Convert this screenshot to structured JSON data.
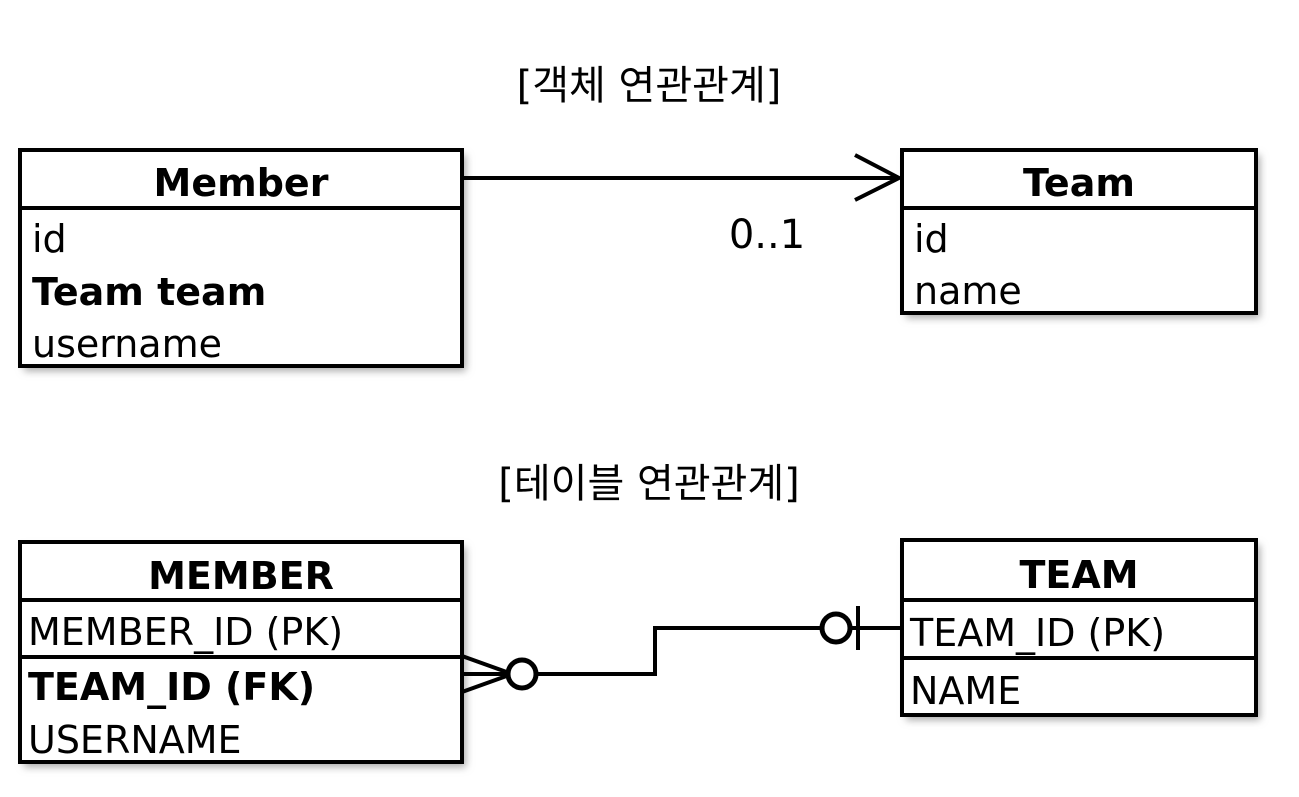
{
  "page": {
    "background_color": "#ffffff",
    "ink_color": "#000000"
  },
  "sections": [
    {
      "title": "[객체 연관관계]",
      "kind": "object-association",
      "entities": [
        {
          "name": "Member",
          "compartments": [
            {
              "attributes": [
                {
                  "text": "id",
                  "bold": false
                },
                {
                  "text": "Team team",
                  "bold": true
                },
                {
                  "text": "username",
                  "bold": false
                }
              ]
            }
          ]
        },
        {
          "name": "Team",
          "compartments": [
            {
              "attributes": [
                {
                  "text": "id",
                  "bold": false
                },
                {
                  "text": "name",
                  "bold": false
                }
              ]
            }
          ]
        }
      ],
      "relationship": {
        "from": "Member",
        "to": "Team",
        "style": "directed-arrow",
        "multiplicity_label": "0..1"
      }
    },
    {
      "title": "[테이블 연관관계]",
      "kind": "table-association",
      "entities": [
        {
          "name": "MEMBER",
          "compartments": [
            {
              "attributes": [
                {
                  "text": "MEMBER_ID (PK)",
                  "bold": false
                }
              ]
            },
            {
              "attributes": [
                {
                  "text": "TEAM_ID (FK)",
                  "bold": true
                },
                {
                  "text": "USERNAME",
                  "bold": false
                }
              ]
            }
          ]
        },
        {
          "name": "TEAM",
          "compartments": [
            {
              "attributes": [
                {
                  "text": "TEAM_ID (PK)",
                  "bold": false
                }
              ]
            },
            {
              "attributes": [
                {
                  "text": "NAME",
                  "bold": false
                }
              ]
            }
          ]
        }
      ],
      "relationship": {
        "from": "MEMBER",
        "to": "TEAM",
        "style": "crows-foot",
        "from_cardinality": "zero-or-many",
        "to_cardinality": "zero-or-one"
      }
    }
  ]
}
